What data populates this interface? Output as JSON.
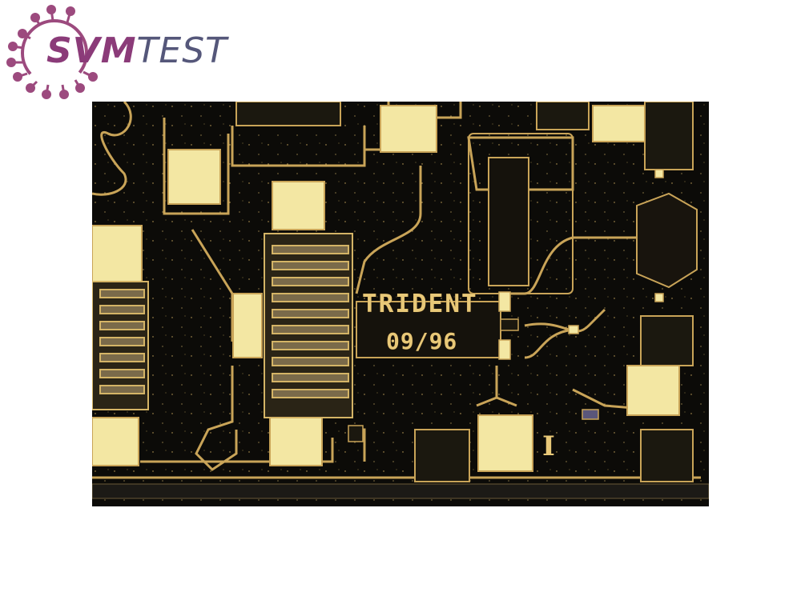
{
  "logo": {
    "brand_part1": "SVM",
    "brand_part2": "TEST",
    "icon": "virus-ring-icon",
    "color_primary": "#8b3b79",
    "color_secondary": "#55577a"
  },
  "chip": {
    "label": "TRIDENT",
    "date": "09/96",
    "mark": "I",
    "pad_color": "#f3e7a3",
    "trace_color": "#c9a458",
    "substrate_color": "#0c0b08"
  }
}
